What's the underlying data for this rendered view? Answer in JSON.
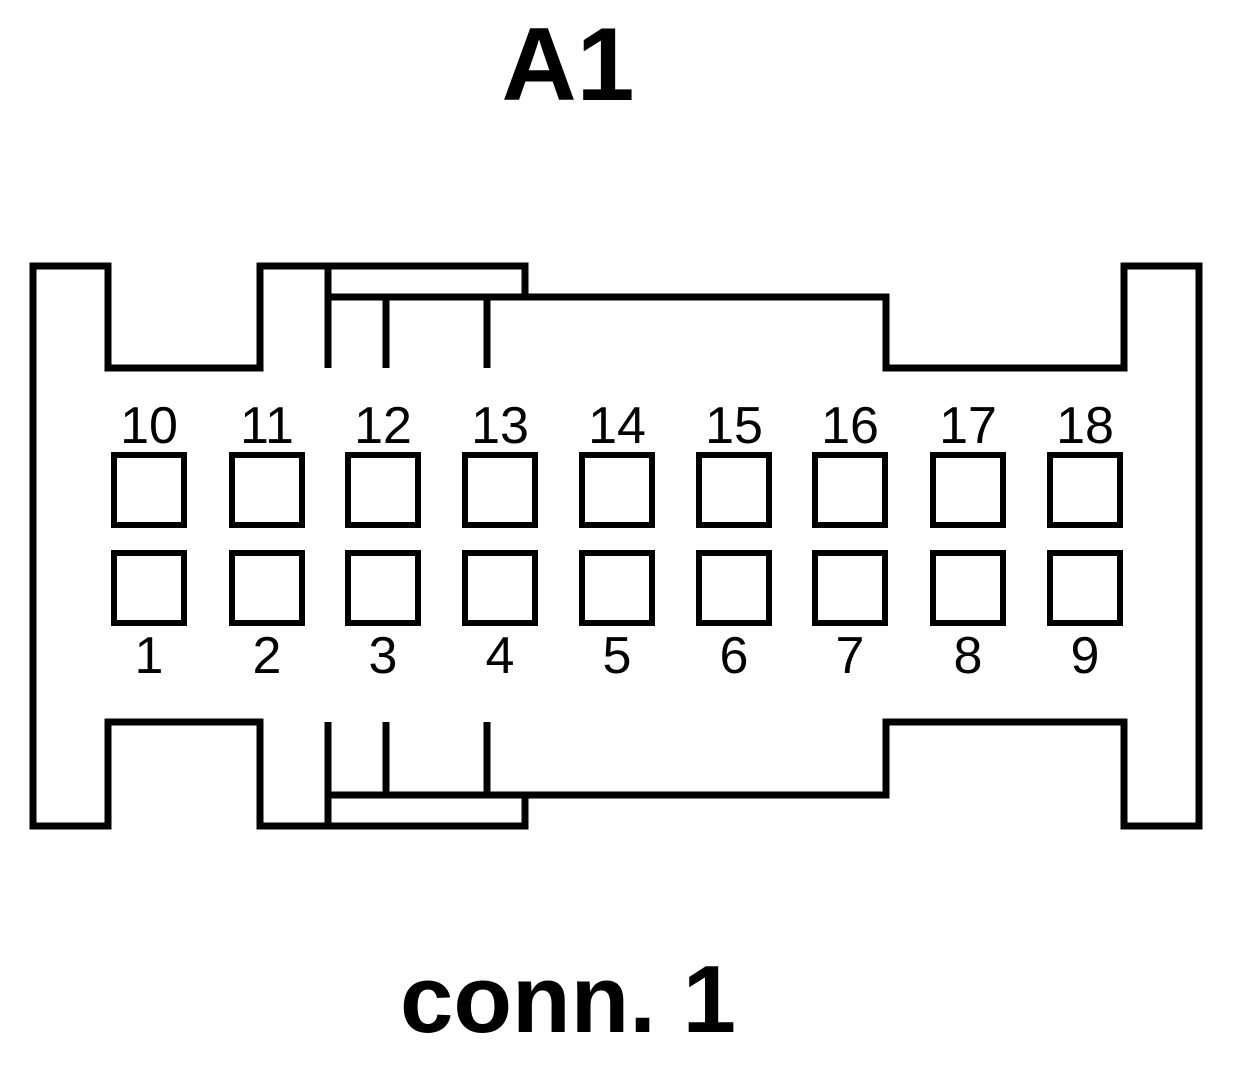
{
  "connector": {
    "title": "A1",
    "caption": "conn. 1"
  },
  "pins": {
    "top_row": [
      "10",
      "11",
      "12",
      "13",
      "14",
      "15",
      "16",
      "17",
      "18"
    ],
    "bottom_row": [
      "1",
      "2",
      "3",
      "4",
      "5",
      "6",
      "7",
      "8",
      "9"
    ]
  },
  "colors": {
    "line": "#000000",
    "background": "#ffffff"
  }
}
